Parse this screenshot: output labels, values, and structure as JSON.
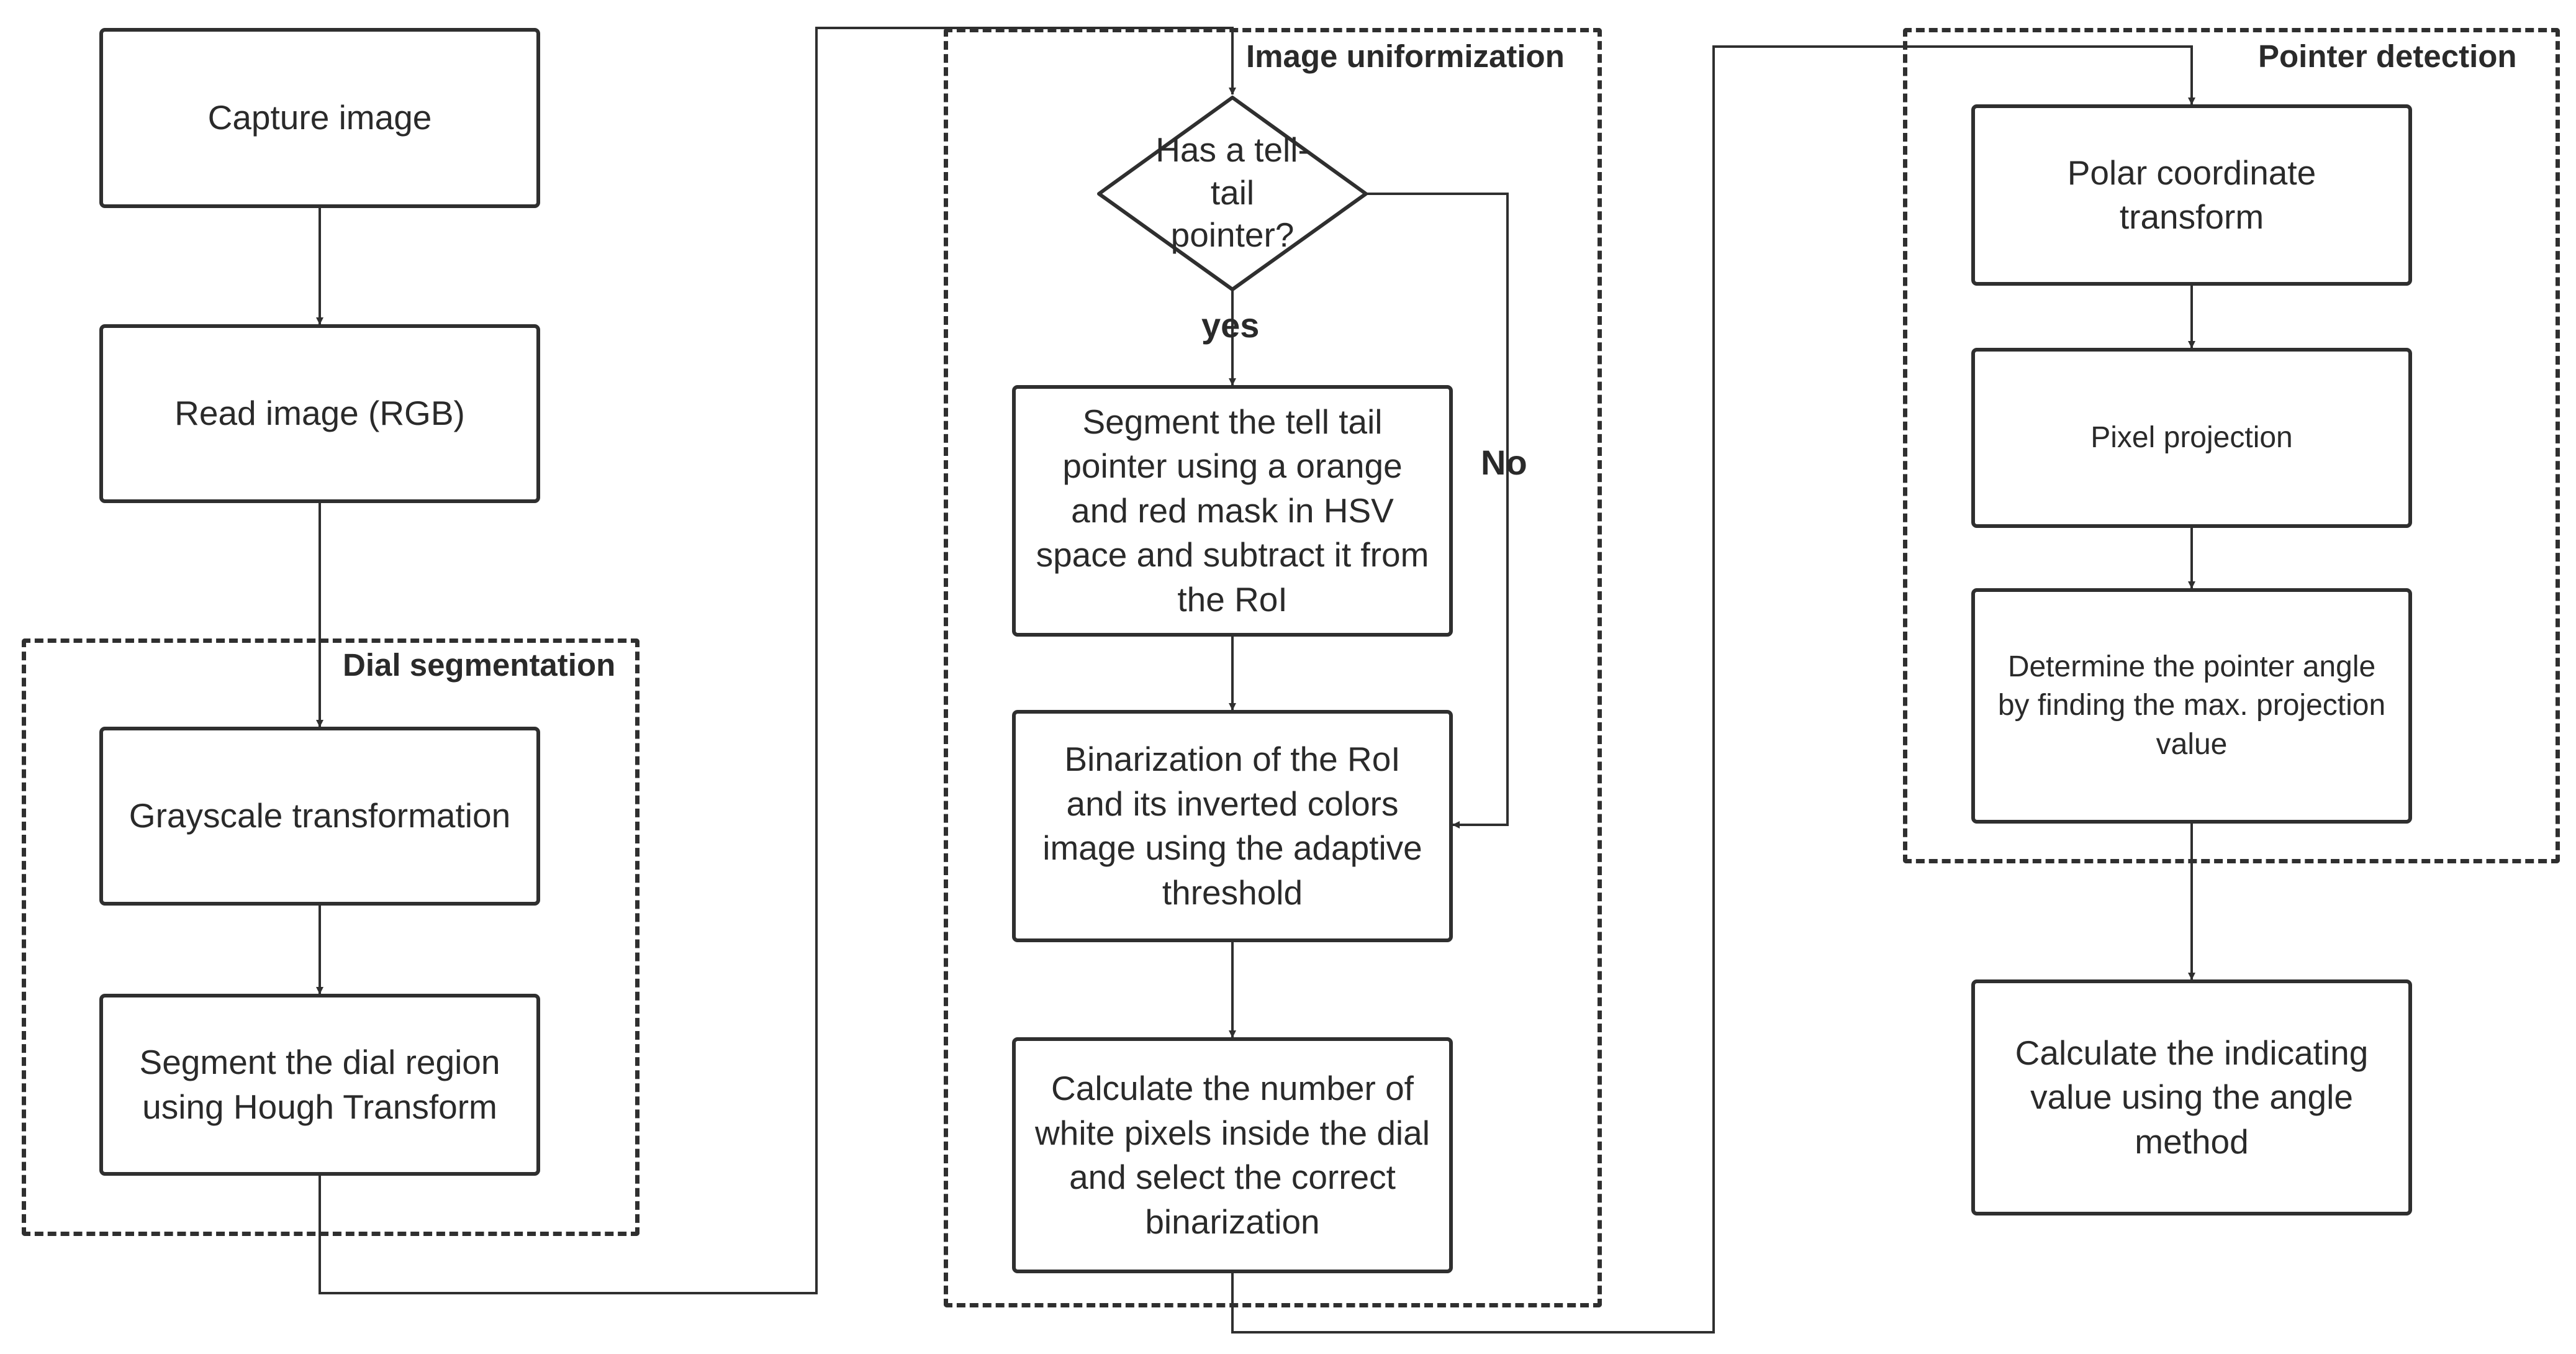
{
  "groups": {
    "dial_segmentation": "Dial segmentation",
    "image_uniformization": "Image uniformization",
    "pointer_detection": "Pointer detection"
  },
  "nodes": {
    "capture_image": "Capture image",
    "read_image": "Read image (RGB)",
    "grayscale": "Grayscale transformation",
    "segment_dial": "Segment the dial region using Hough Transform",
    "decision": "Has a tell-tail pointer?",
    "segment_telltail": "Segment the tell tail pointer using a orange and red mask in HSV space and subtract it from the RoI",
    "binarization": "Binarization of the RoI and its inverted colors image using the adaptive threshold",
    "count_pixels": "Calculate the number of white pixels inside the dial  and select the correct binarization",
    "polar_transform": "Polar coordinate transform",
    "pixel_projection": "Pixel projection",
    "pointer_angle": "Determine the pointer angle by finding the max. projection value",
    "indicating_value": "Calculate the indicating value using the angle method"
  },
  "edges": {
    "yes": "yes",
    "no": "No"
  }
}
